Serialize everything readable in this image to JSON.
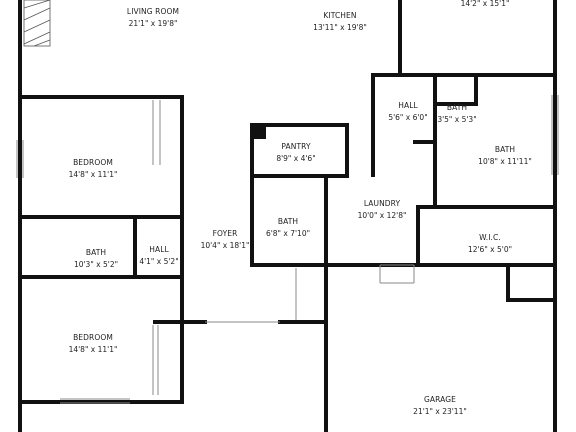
{
  "rooms": {
    "living": {
      "name": "LIVING ROOM",
      "dims": "21'1\" x 19'8\""
    },
    "kitchen": {
      "name": "KITCHEN",
      "dims": "13'11\" x 19'8\""
    },
    "top_right": {
      "name": "",
      "dims": "14'2\" x 15'1\""
    },
    "hall_upper": {
      "name": "HALL",
      "dims": "5'6\" x 6'0\""
    },
    "bath_small": {
      "name": "BATH",
      "dims": "3'5\" x 5'3\""
    },
    "pantry": {
      "name": "PANTRY",
      "dims": "8'9\" x 4'6\""
    },
    "bedroom_1": {
      "name": "BEDROOM",
      "dims": "14'8\" x 11'1\""
    },
    "bath_master": {
      "name": "BATH",
      "dims": "10'8\" x 11'11\""
    },
    "laundry": {
      "name": "LAUNDRY",
      "dims": "10'0\" x 12'8\""
    },
    "foyer": {
      "name": "FOYER",
      "dims": "10'4\" x 18'1\""
    },
    "bath_center": {
      "name": "BATH",
      "dims": "6'8\" x 7'10\""
    },
    "bath_left": {
      "name": "BATH",
      "dims": "10'3\" x 5'2\""
    },
    "hall_left": {
      "name": "HALL",
      "dims": "4'1\" x 5'2\""
    },
    "wic": {
      "name": "W.I.C.",
      "dims": "12'6\" x 5'0\""
    },
    "bedroom_2": {
      "name": "BEDROOM",
      "dims": "14'8\" x 11'1\""
    },
    "garage": {
      "name": "GARAGE",
      "dims": "21'1\" x 23'11\""
    }
  }
}
